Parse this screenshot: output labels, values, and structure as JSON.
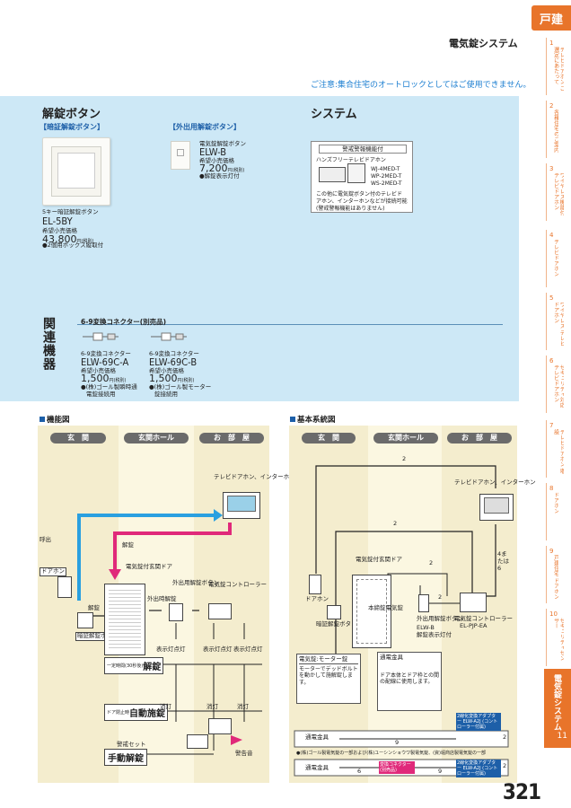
{
  "header": {
    "category_tab": "戸建",
    "title": "電気錠システム",
    "caution": "ご注意:集合住宅のオートロックとしてはご使用できません。",
    "page_number": "321"
  },
  "side_tabs": [
    {
      "num": "1",
      "label": "テレビドアホン ご選定にあたって"
    },
    {
      "num": "2",
      "label": "各種住宅のご案内"
    },
    {
      "num": "3",
      "label": "ワイヤレス機能付 テレビドアホン"
    },
    {
      "num": "4",
      "label": "テレビドアホン"
    },
    {
      "num": "5",
      "label": "ワイヤレス テレビドアホン"
    },
    {
      "num": "6",
      "label": "セキュリティ対応 テレビドアホン"
    },
    {
      "num": "7",
      "label": "テレビドアホン 増設"
    },
    {
      "num": "8",
      "label": "ドアホン"
    },
    {
      "num": "9",
      "label": "戸建住宅 ドアホン"
    },
    {
      "num": "10",
      "label": "セキュリティセンサー"
    }
  ],
  "active_tab": {
    "label": "電気錠システム",
    "num": "11"
  },
  "unlock_button": {
    "heading": "解錠ボタン",
    "hidden_sub": "【暗証解錠ボタン】",
    "hidden_desc": "5キー暗証解錠ボタン",
    "hidden_model": "EL-5BY",
    "hidden_price_label": "希望小売価格",
    "hidden_price": "43,800",
    "hidden_tax": "円(税別)",
    "hidden_note": "●2個用ボックス縦取付",
    "exit_sub": "【外出用解錠ボタン】",
    "exit_desc": "電気錠解錠ボタン",
    "exit_model": "ELW-B",
    "exit_price_label": "希望小売価格",
    "exit_price": "7,200",
    "exit_tax": "円(税別)",
    "exit_note": "●解錠表示灯付"
  },
  "system": {
    "heading": "システム",
    "box_title": "警戒警報機能付",
    "handsfree": "ハンズフリーテレビドアホン",
    "models": [
      "WJ-4MED-T",
      "WP-2MED-T",
      "WS-2MED-T"
    ],
    "note": [
      "この他に電気錠ボタン付のテレビド",
      "アホン、インターホンなどが接続可能",
      "(警戒警報機能はありません)"
    ]
  },
  "related": {
    "heading": "関連機器",
    "connector_title": "6-9変換コネクター(別売品)",
    "items": [
      {
        "desc": "6-9変換コネクター",
        "model": "ELW-69C-A",
        "price_label": "希望小売価格",
        "price": "1,500",
        "tax": "円(税別)",
        "note1": "●(株)ゴール製瞬時通",
        "note2": "電錠接続用"
      },
      {
        "desc": "6-9変換コネクター",
        "model": "ELW-69C-B",
        "price_label": "希望小売価格",
        "price": "1,500",
        "tax": "円(税別)",
        "note1": "●(株)ゴール製モーター",
        "note2": "錠接続用"
      }
    ]
  },
  "function_diagram": {
    "title": "機能図",
    "zones": [
      "玄　関",
      "玄関ホール",
      "お　部　屋"
    ],
    "labels": {
      "tv": "テレビドアホン、インターホン",
      "call": "呼出",
      "unlock": "解錠",
      "lock_door": "電気錠付玄関ドア",
      "doorphone": "ドアホン",
      "unlock2": "解錠",
      "pin_button": "暗証解錠ボタン",
      "exit_button": "外出用解錠ボタン",
      "exit_unlock": "外出時解錠",
      "controller": "電気錠コントローラー",
      "ind1": "表示灯点灯",
      "ind2": "表示灯点灯",
      "ind3": "表示灯点灯",
      "timer_note": "一定時間(30秒後)",
      "timer_label": "解錠",
      "auto_note": "ドア閉止時",
      "auto_label": "自動施錠",
      "off1": "消灯",
      "off2": "消灯",
      "off3": "消灯",
      "alarm": "警告音",
      "guard_note": "警戒セット",
      "manual": "手動解錠"
    }
  },
  "basic_diagram": {
    "title": "基本系統図",
    "zones": [
      "玄　関",
      "玄関ホール",
      "お　部　屋"
    ],
    "labels": {
      "tv": "テレビドアホン、インターホン",
      "w2a": "2",
      "w2b": "2",
      "w2c": "2",
      "w2d": "2",
      "w46": "4または6",
      "lock_door": "電気錠付玄関ドア",
      "doorphone": "ドアホン",
      "pin_button": "暗証解錠ボタン",
      "body": "本締錠電気錠",
      "exit_button": "外出用解錠ボタン",
      "exit_model": "ELW-B",
      "exit_note": "解錠表示灯付",
      "controller": "電気錠コントローラー",
      "controller_model": "EL-PJP-EA",
      "motor_title": "電気錠:モーター錠",
      "motor_desc": "モーターでデッドボルトを動かして施解錠します。",
      "fitting_title": "通電金具",
      "fitting_desc": "ドア本体とドア枠との間の配線に使用します。",
      "row1_label": "通電金具",
      "row1_num": "9",
      "row1_end": "2",
      "adapter1": "2線化変換アダプター ELW-A2J (コントローラー付属)",
      "row_note": "●(株)ゴール製電気錠の一部および(株)ユーシンショウワ製電気錠、(資)堀商店製電気錠の一部",
      "row2_label": "通電金具",
      "row2_num1": "6",
      "row2_num2": "9",
      "row2_end": "2",
      "conv": "変換コネクター(別売品)",
      "adapter2": "2線化変換アダプター ELW-A2J (コントローラー付属)"
    }
  }
}
